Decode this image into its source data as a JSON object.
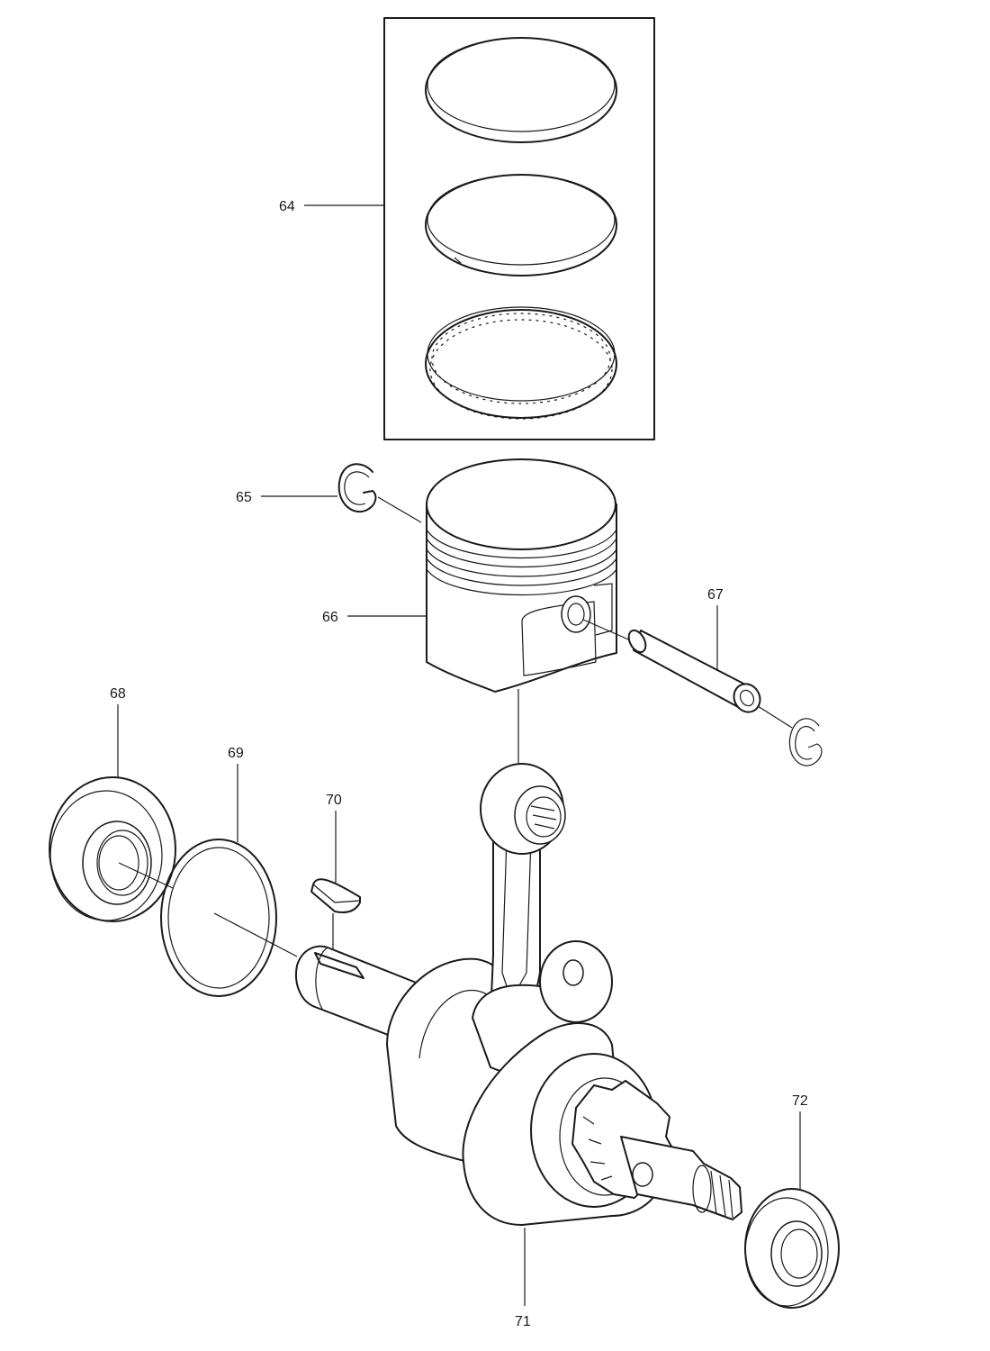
{
  "callouts": {
    "c64": "64",
    "c65": "65",
    "c66": "66",
    "c67": "67",
    "c68": "68",
    "c69": "69",
    "c70": "70",
    "c71": "71",
    "c72": "72"
  },
  "colors": {
    "ink": "#1a1a1a",
    "paper": "#ffffff"
  }
}
